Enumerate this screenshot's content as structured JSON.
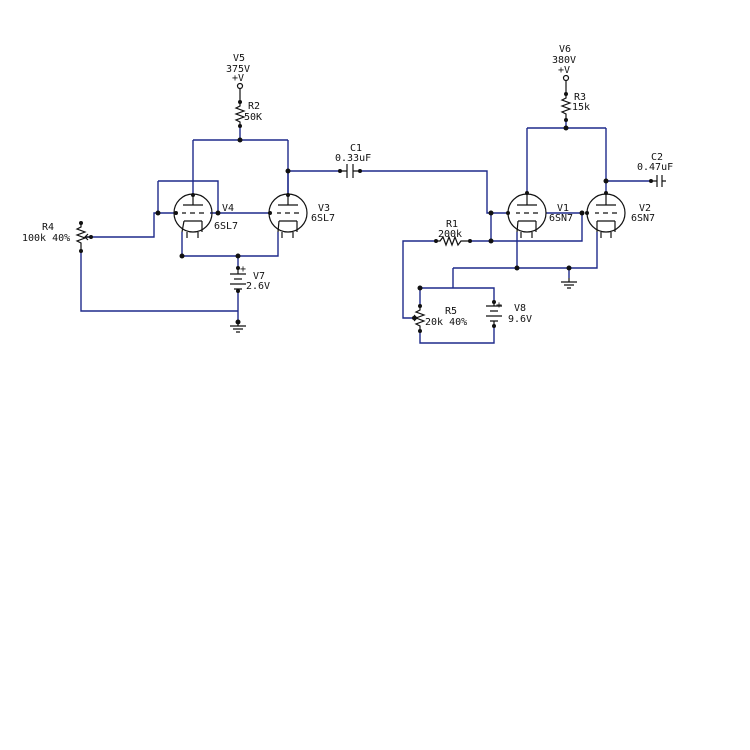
{
  "colors": {
    "wire": "#1e2a8c",
    "component": "#111111",
    "background": "#ffffff"
  },
  "sources": {
    "v5": {
      "ref": "V5",
      "value": "375V",
      "sign": "+V"
    },
    "v6": {
      "ref": "V6",
      "value": "380V",
      "sign": "+V"
    }
  },
  "resistors": {
    "r1": {
      "ref": "R1",
      "value": "200k"
    },
    "r2": {
      "ref": "R2",
      "value": "50K"
    },
    "r3": {
      "ref": "R3",
      "value": "15k"
    },
    "r4": {
      "ref": "R4",
      "value": "100k 40%"
    },
    "r5": {
      "ref": "R5",
      "value": "20k 40%"
    }
  },
  "capacitors": {
    "c1": {
      "ref": "C1",
      "value": "0.33uF"
    },
    "c2": {
      "ref": "C2",
      "value": "0.47uF"
    }
  },
  "tubes": {
    "v1": {
      "ref": "V1",
      "type": "6SN7"
    },
    "v2": {
      "ref": "V2",
      "type": "6SN7"
    },
    "v3": {
      "ref": "V3",
      "type": "6SL7"
    },
    "v4": {
      "ref": "V4",
      "type": "6SL7"
    }
  },
  "batteries": {
    "v7": {
      "ref": "V7",
      "value": "2.6V",
      "plus": "+"
    },
    "v8": {
      "ref": "V8",
      "value": "9.6V",
      "plus": "+"
    }
  }
}
